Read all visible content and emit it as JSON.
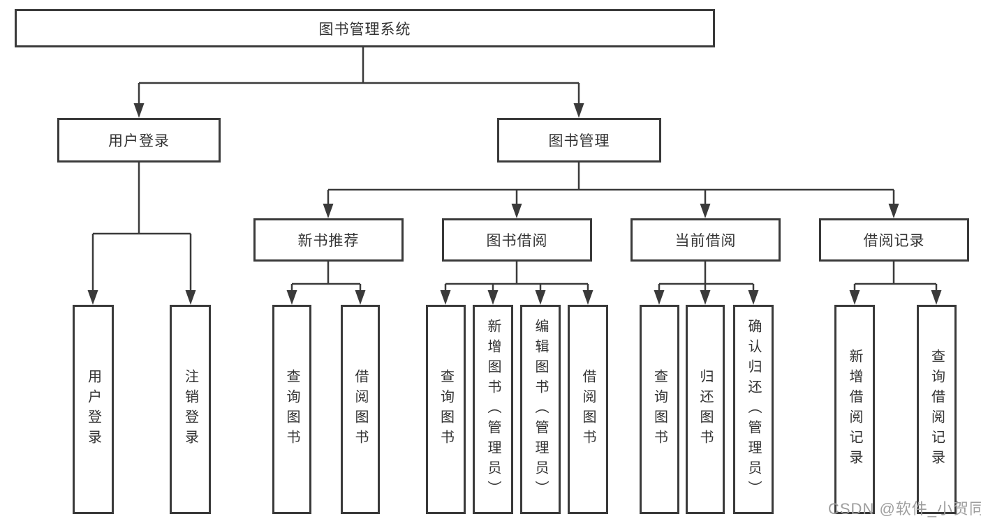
{
  "tree": {
    "label": "图书管理系统",
    "children": [
      {
        "label": "用户登录",
        "children": [
          {
            "label": "用户登录"
          },
          {
            "label": "注销登录"
          }
        ]
      },
      {
        "label": "图书管理",
        "children": [
          {
            "label": "新书推荐",
            "children": [
              {
                "label": "查询图书"
              },
              {
                "label": "借阅图书"
              }
            ]
          },
          {
            "label": "图书借阅",
            "children": [
              {
                "label": "查询图书"
              },
              {
                "label": "新增图书（管理员）"
              },
              {
                "label": "编辑图书（管理员）"
              },
              {
                "label": "借阅图书"
              }
            ]
          },
          {
            "label": "当前借阅",
            "children": [
              {
                "label": "查询图书"
              },
              {
                "label": "归还图书"
              },
              {
                "label": "确认归还（管理员）"
              }
            ]
          },
          {
            "label": "借阅记录",
            "children": [
              {
                "label": "新增借阅记录"
              },
              {
                "label": "查询借阅记录"
              }
            ]
          }
        ]
      }
    ]
  },
  "watermark": {
    "text": "CSDN @软件_小贺同学",
    "color": "#9e9e9e"
  },
  "colors": {
    "line": "#3a3a3a",
    "text": "#333333",
    "background": "#ffffff"
  }
}
